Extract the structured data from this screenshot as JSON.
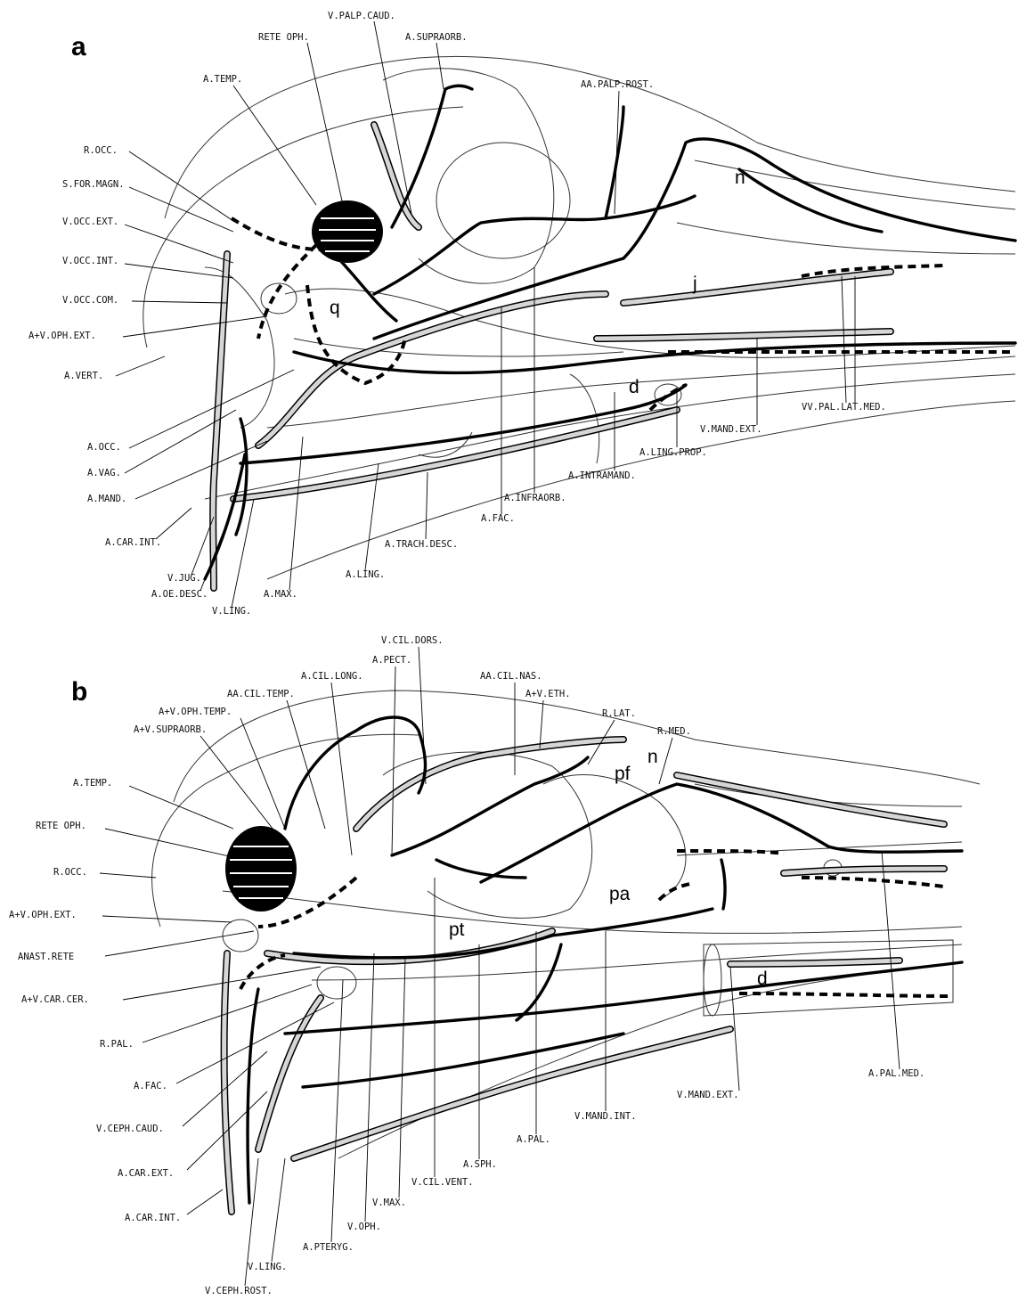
{
  "panels": [
    {
      "id": "a",
      "panel_label": "a",
      "labels": [
        {
          "id": "rete-oph",
          "text": "RETE OPH."
        },
        {
          "id": "v-palp-caud",
          "text": "V.PALP.CAUD."
        },
        {
          "id": "a-supraorb",
          "text": "A.SUPRAORB."
        },
        {
          "id": "a-temp",
          "text": "A.TEMP."
        },
        {
          "id": "aa-palp-rost",
          "text": "AA.PALP.ROST."
        },
        {
          "id": "r-occ",
          "text": "R.OCC."
        },
        {
          "id": "s-for-magn",
          "text": "S.FOR.MAGN."
        },
        {
          "id": "v-occ-ext",
          "text": "V.OCC.EXT."
        },
        {
          "id": "v-occ-int",
          "text": "V.OCC.INT."
        },
        {
          "id": "v-occ-com",
          "text": "V.OCC.COM."
        },
        {
          "id": "av-oph-ext",
          "text": "A+V.OPH.EXT."
        },
        {
          "id": "a-vert",
          "text": "A.VERT."
        },
        {
          "id": "a-occ",
          "text": "A.OCC."
        },
        {
          "id": "a-vag",
          "text": "A.VAG."
        },
        {
          "id": "a-mand",
          "text": "A.MAND."
        },
        {
          "id": "a-car-int",
          "text": "A.CAR.INT."
        },
        {
          "id": "v-jug",
          "text": "V.JUG."
        },
        {
          "id": "a-oe-desc",
          "text": "A.OE.DESC."
        },
        {
          "id": "v-ling",
          "text": "V.LING."
        },
        {
          "id": "a-max",
          "text": "A.MAX."
        },
        {
          "id": "a-ling",
          "text": "A.LING."
        },
        {
          "id": "a-trach-desc",
          "text": "A.TRACH.DESC."
        },
        {
          "id": "a-fac",
          "text": "A.FAC."
        },
        {
          "id": "a-infraorb",
          "text": "A.INFRAORB."
        },
        {
          "id": "a-intramand",
          "text": "A.INTRAMAND."
        },
        {
          "id": "a-ling-prop",
          "text": "A.LING.PROP."
        },
        {
          "id": "v-mand-ext",
          "text": "V.MAND.EXT."
        },
        {
          "id": "vv-pal-lat-med",
          "text": "VV.PAL.LAT.MED."
        }
      ],
      "regions": [
        {
          "id": "n",
          "text": "n"
        },
        {
          "id": "q",
          "text": "q"
        },
        {
          "id": "j",
          "text": "j"
        },
        {
          "id": "d",
          "text": "d"
        }
      ]
    },
    {
      "id": "b",
      "panel_label": "b",
      "labels": [
        {
          "id": "v-cil-dors",
          "text": "V.CIL.DORS."
        },
        {
          "id": "a-pect",
          "text": "A.PECT."
        },
        {
          "id": "a-cil-long",
          "text": "A.CIL.LONG."
        },
        {
          "id": "aa-cil-temp",
          "text": "AA.CIL.TEMP."
        },
        {
          "id": "av-oph-temp",
          "text": "A+V.OPH.TEMP."
        },
        {
          "id": "av-supraorb",
          "text": "A+V.SUPRAORB."
        },
        {
          "id": "aa-cil-nas",
          "text": "AA.CIL.NAS."
        },
        {
          "id": "av-eth",
          "text": "A+V.ETH."
        },
        {
          "id": "r-lat",
          "text": "R.LAT."
        },
        {
          "id": "r-med",
          "text": "R.MED."
        },
        {
          "id": "a-temp",
          "text": "A.TEMP."
        },
        {
          "id": "rete-oph",
          "text": "RETE OPH."
        },
        {
          "id": "r-occ",
          "text": "R.OCC."
        },
        {
          "id": "av-oph-ext",
          "text": "A+V.OPH.EXT."
        },
        {
          "id": "anast-rete",
          "text": "ANAST.RETE"
        },
        {
          "id": "av-car-cer",
          "text": "A+V.CAR.CER."
        },
        {
          "id": "r-pal",
          "text": "R.PAL."
        },
        {
          "id": "a-fac",
          "text": "A.FAC."
        },
        {
          "id": "v-ceph-caud",
          "text": "V.CEPH.CAUD."
        },
        {
          "id": "a-car-ext",
          "text": "A.CAR.EXT."
        },
        {
          "id": "a-car-int",
          "text": "A.CAR.INT."
        },
        {
          "id": "v-ceph-rost",
          "text": "V.CEPH.ROST."
        },
        {
          "id": "v-ling",
          "text": "V.LING."
        },
        {
          "id": "a-pteryg",
          "text": "A.PTERYG."
        },
        {
          "id": "v-oph",
          "text": "V.OPH."
        },
        {
          "id": "v-max",
          "text": "V.MAX."
        },
        {
          "id": "v-cil-vent",
          "text": "V.CIL.VENT."
        },
        {
          "id": "a-sph",
          "text": "A.SPH."
        },
        {
          "id": "a-pal",
          "text": "A.PAL."
        },
        {
          "id": "v-mand-int",
          "text": "V.MAND.INT."
        },
        {
          "id": "v-mand-ext",
          "text": "V.MAND.EXT."
        },
        {
          "id": "a-pal-med",
          "text": "A.PAL.MED."
        }
      ],
      "regions": [
        {
          "id": "pf",
          "text": "pf"
        },
        {
          "id": "n",
          "text": "n"
        },
        {
          "id": "pa",
          "text": "pa"
        },
        {
          "id": "pt",
          "text": "pt"
        },
        {
          "id": "d",
          "text": "d"
        }
      ]
    }
  ],
  "colors": {
    "line": "#000000",
    "vein_fill": "#d6d6d6",
    "background": "#ffffff"
  }
}
